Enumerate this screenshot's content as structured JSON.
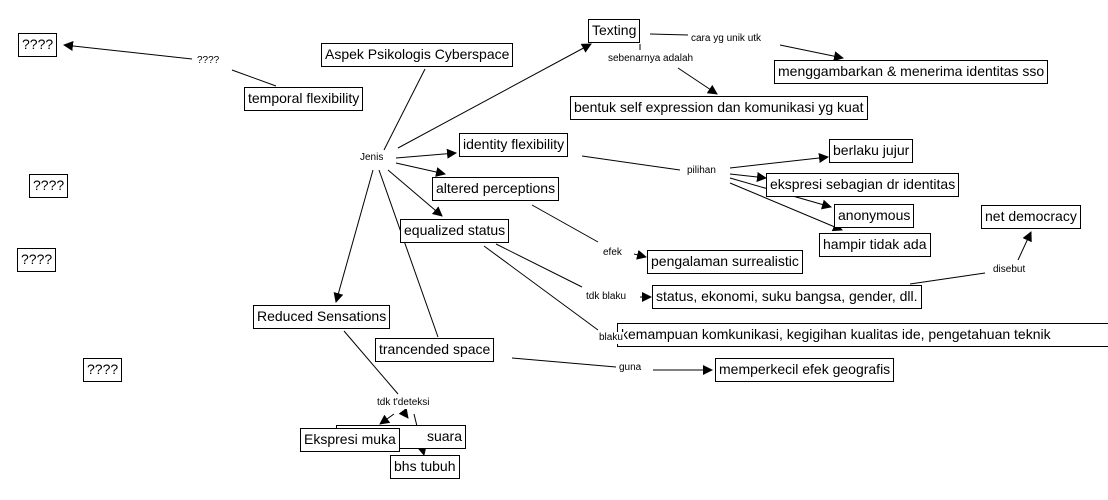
{
  "diagram": {
    "type": "concept-map",
    "nodes": {
      "q1": "????",
      "q2": "????",
      "q3": "????",
      "q4": "????",
      "aspek": "Aspek Psikologis Cyberspace",
      "temporal": "temporal flexibility",
      "texting": "Texting",
      "menggambarkan": "menggambarkan & menerima identitas sso",
      "bentuk": "bentuk self expression dan komunikasi yg kuat",
      "identity": "identity flexibility",
      "berlaku": "berlaku jujur",
      "ekspresi_sebagian": "ekspresi sebagian dr identitas",
      "anonymous": "anonymous",
      "net_democracy": "net democracy",
      "hampir": "hampir tidak ada",
      "altered": "altered perceptions",
      "equalized": "equalized status",
      "pengalaman": "pengalaman surrealistic",
      "status_list": "status, ekonomi, suku bangsa, gender, dll.",
      "kemampuan": "kemampuan komkunikasi, kegigihan kualitas ide, pengetahuan teknik",
      "reduced": "Reduced Sensations",
      "trancended": "trancended space",
      "memperkecil": "memperkecil efek geografis",
      "ekspresi_muka": "Ekspresi muka",
      "suara": "suara",
      "bhs_tubuh": "bhs tubuh"
    },
    "links": {
      "q_link": "????",
      "jenis": "Jenis",
      "cara": "cara yg unik utk",
      "sebenarnya": "sebenarnya adalah",
      "pilihan": "pilihan",
      "efek": "efek",
      "tdk_blaku": "tdk blaku",
      "blaku": "blaku",
      "disebut": "disebut",
      "guna": "guna",
      "tdk_tdeteksi": "tdk t'deteksi"
    }
  }
}
